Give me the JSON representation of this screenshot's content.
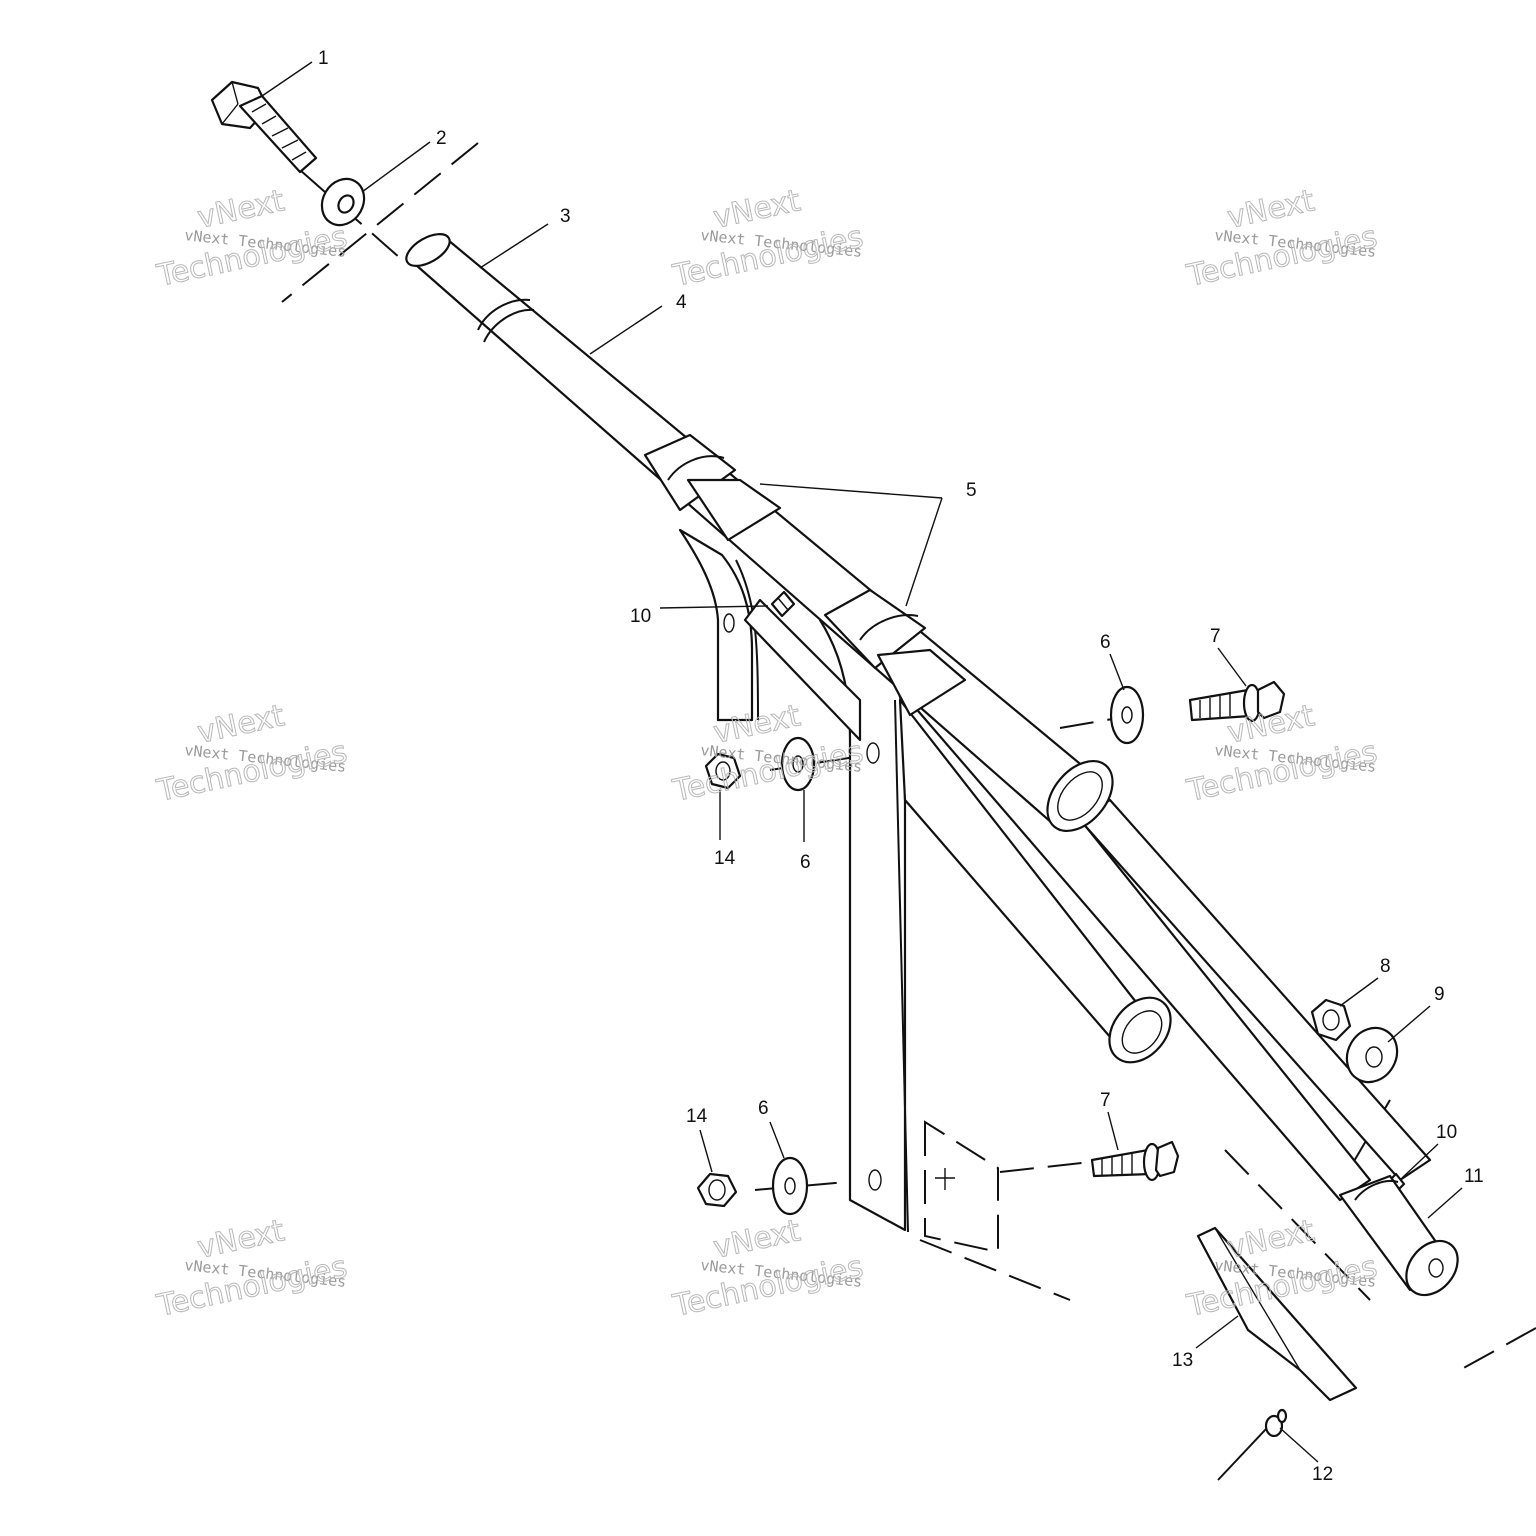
{
  "callouts": {
    "c1": "1",
    "c2": "2",
    "c3": "3",
    "c4": "4",
    "c5": "5",
    "c6a": "6",
    "c6b": "6",
    "c6c": "6",
    "c7a": "7",
    "c7b": "7",
    "c8": "8",
    "c9": "9",
    "c10a": "10",
    "c10b": "10",
    "c11": "11",
    "c12": "12",
    "c13": "13",
    "c14a": "14",
    "c14b": "14"
  },
  "watermark": {
    "line1": "vNext",
    "line2": "vNext Technologies",
    "line3": "Technologies"
  },
  "colors": {
    "ink": "#111111",
    "watermark": "#9a9a9a",
    "background": "#ffffff"
  }
}
